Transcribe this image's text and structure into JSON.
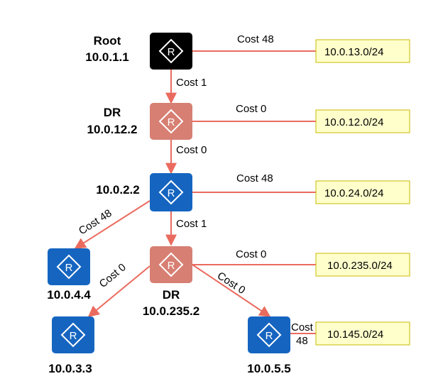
{
  "colors": {
    "link": "#EA6B5E",
    "root_router": "#000000",
    "dr_router": "#D77F73",
    "router": "#1565C0",
    "subnet_fill": "#FFFFCC",
    "subnet_border": "#C8B800"
  },
  "routers": [
    {
      "id": "r1",
      "type": "root",
      "name_lines": [
        "Root",
        "10.0.1.1"
      ]
    },
    {
      "id": "r2",
      "type": "dr",
      "name_lines": [
        "DR",
        "10.0.12.2"
      ]
    },
    {
      "id": "r3",
      "type": "router",
      "name_lines": [
        "10.0.2.2"
      ]
    },
    {
      "id": "r4",
      "type": "dr",
      "name_lines": [
        "DR",
        "10.0.235.2"
      ]
    },
    {
      "id": "r5",
      "type": "router",
      "name_lines": [
        "10.0.4.4"
      ]
    },
    {
      "id": "r6",
      "type": "router",
      "name_lines": [
        "10.0.3.3"
      ]
    },
    {
      "id": "r7",
      "type": "router",
      "name_lines": [
        "10.0.5.5"
      ]
    }
  ],
  "router_icon_letter": "R",
  "subnets": [
    "10.0.13.0/24",
    "10.0.12.0/24",
    "10.0.24.0/24",
    "10.0.235.0/24",
    "10.145.0/24"
  ],
  "links": [
    {
      "from": "r1",
      "to": "r2",
      "label": "Cost 1"
    },
    {
      "from": "r2",
      "to": "r3",
      "label": "Cost 0"
    },
    {
      "from": "r3",
      "to": "r4",
      "label": "Cost 1"
    },
    {
      "from": "r3",
      "to": "r5",
      "label": "Cost 48"
    },
    {
      "from": "r4",
      "to": "r6",
      "label": "Cost 0"
    },
    {
      "from": "r4",
      "to": "r7",
      "label": "Cost 0"
    }
  ],
  "subnet_links": [
    {
      "from": "r1",
      "label": "Cost 48"
    },
    {
      "from": "r2",
      "label": "Cost 0"
    },
    {
      "from": "r3",
      "label": "Cost 48"
    },
    {
      "from": "r4",
      "label": "Cost 0"
    },
    {
      "from": "r7",
      "label_lines": [
        "Cost",
        "48"
      ]
    }
  ]
}
